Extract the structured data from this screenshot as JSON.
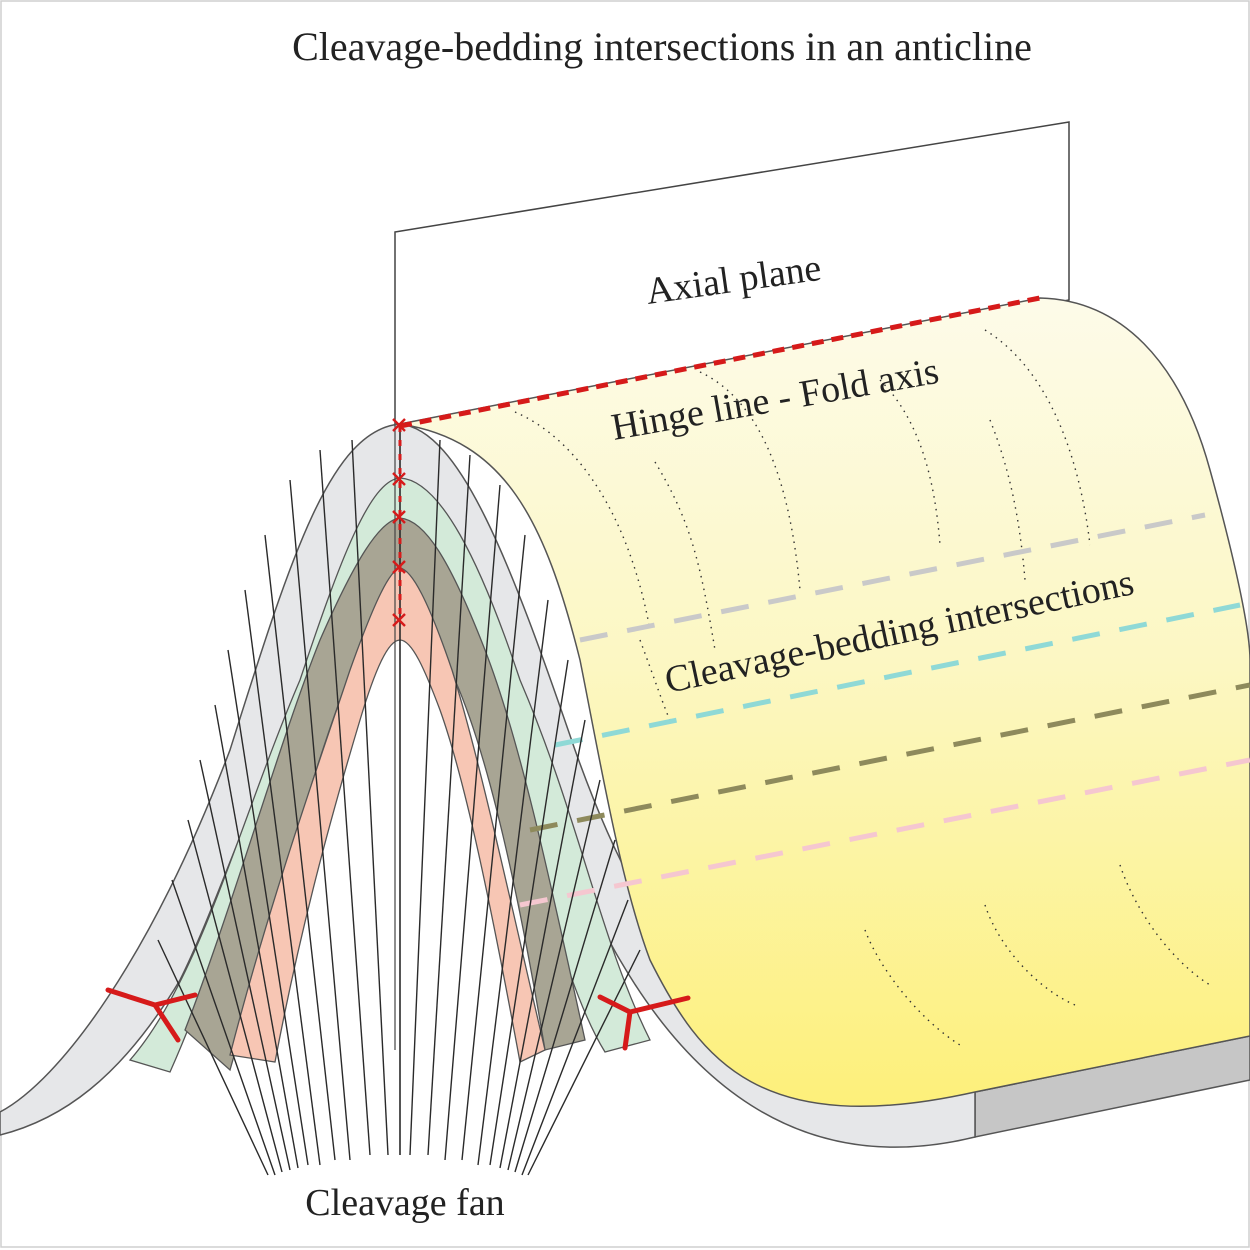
{
  "title": "Cleavage-bedding intersections in an anticline",
  "labels": {
    "axial_plane": "Axial plane",
    "hinge_line": "Hinge line - Fold axis",
    "intersections": "Cleavage-bedding intersections",
    "cleavage_fan": "Cleavage fan"
  },
  "colors": {
    "outer_layer": "#e6e7e9",
    "green_layer": "#d3ead9",
    "olive_layer": "#a8a594",
    "salmon_layer": "#f7c6b4",
    "surface_top": "#fdfbe9",
    "surface_bottom": "#fdf07a",
    "hinge": "#d61a1a",
    "intersection_grey": "#c9c9c9",
    "intersection_cyan": "#8fd9d6",
    "intersection_olive": "#8e8a5c",
    "intersection_pink": "#f5c7d0"
  }
}
